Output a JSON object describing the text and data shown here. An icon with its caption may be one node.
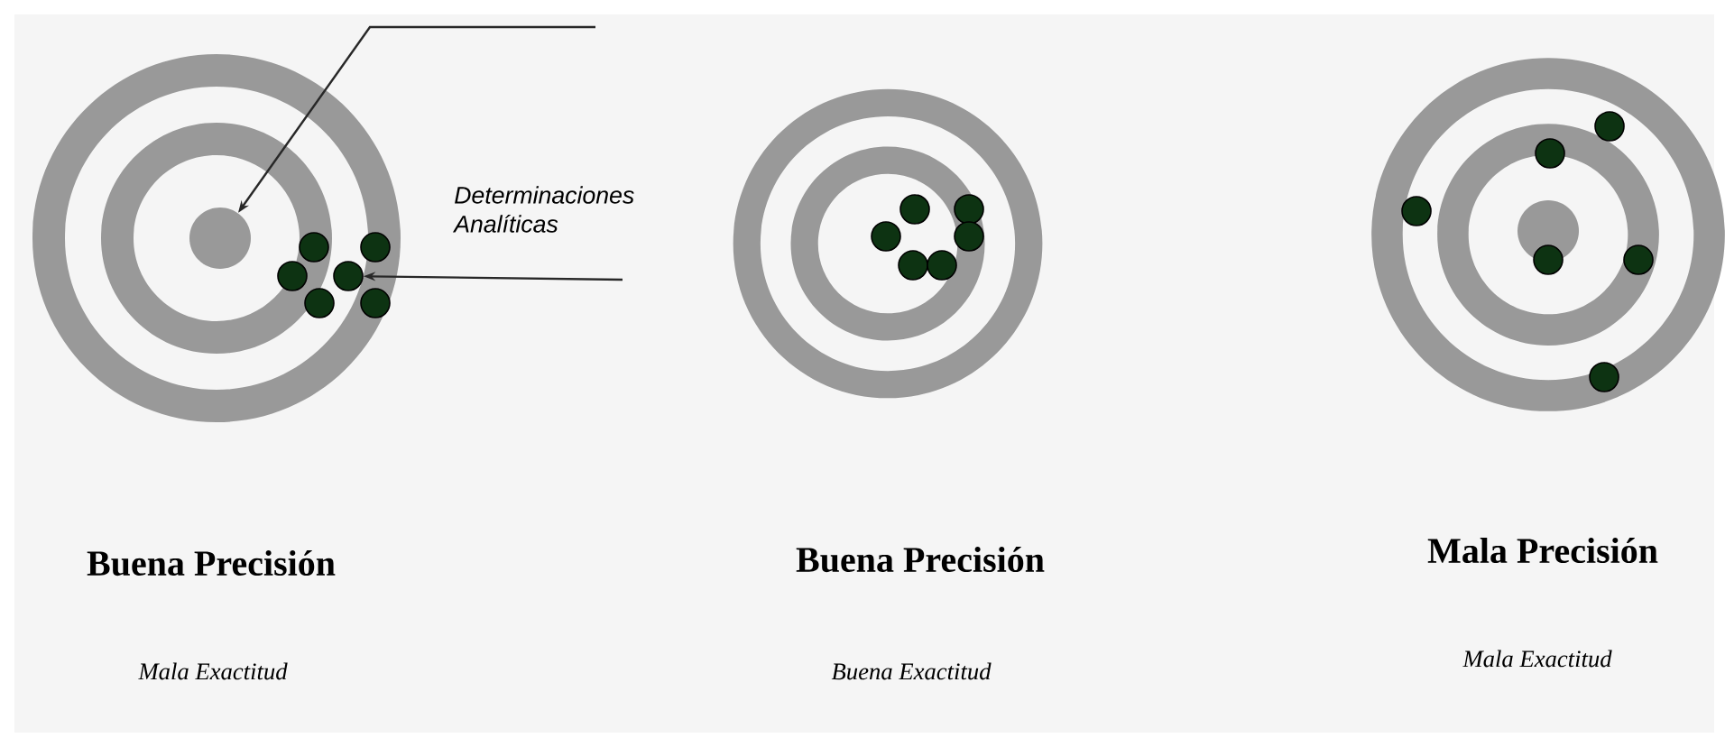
{
  "diagram": {
    "nodes": [
      {
        "text": [],
        "shape": "circle"
      },
      {
        "text": [],
        "shape": "circle"
      },
      {
        "text": [],
        "shape": "circle"
      },
      {
        "text": [],
        "shape": "circle"
      },
      {
        "text": [],
        "shape": "circle"
      },
      {
        "text": [],
        "shape": "circle"
      },
      {
        "text": [],
        "shape": "circle"
      },
      {
        "text": [],
        "shape": "circle"
      },
      {
        "text": [],
        "shape": "circle"
      },
      {
        "text": [],
        "shape": "circle"
      },
      {
        "text": [],
        "shape": "circle"
      },
      {
        "text": [],
        "shape": "circle"
      },
      {
        "text": [],
        "shape": "circle"
      },
      {
        "text": [],
        "shape": "circle"
      },
      {
        "text": [],
        "shape": "circle"
      },
      {
        "text": [],
        "shape": "circle"
      },
      {
        "text": [],
        "shape": "circle"
      },
      {
        "text": [],
        "shape": "circle"
      },
      {
        "text": [],
        "shape": "circle"
      },
      {
        "text": [],
        "shape": "circle"
      }
    ],
    "edges": [
      {
        "from": null,
        "to": 0,
        "arrow": "to"
      },
      {
        "from": null,
        "to": 4,
        "arrow": "to"
      }
    ],
    "labels": [
      "Determinaciones Analíticas",
      "Buena Precisión",
      "Buena Precisión",
      "Mala Precisión",
      "Mala Exactitud",
      "Buena Exactitud",
      "Mala Exactitud"
    ]
  }
}
